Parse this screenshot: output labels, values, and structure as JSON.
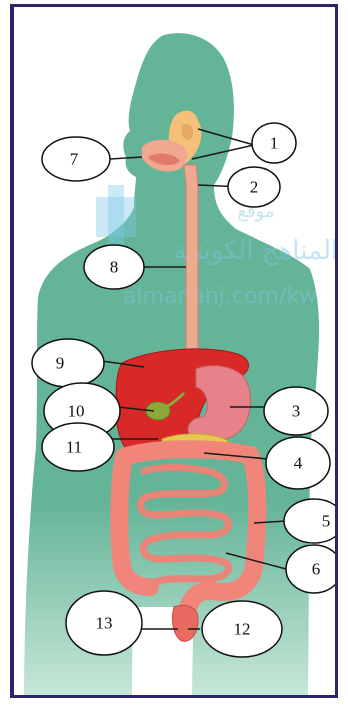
{
  "labels": [
    "1",
    "2",
    "3",
    "4",
    "5",
    "6",
    "7",
    "8",
    "9",
    "10",
    "11",
    "12",
    "13"
  ],
  "watermark": {
    "ar_small": "موقع",
    "ar_main": "المناهج الكويتية",
    "url": "almanahj.com/kw"
  },
  "colors": {
    "body": "#64b497",
    "frame": "#2a2468",
    "liver": "#d82828",
    "stomach": "#e8828a",
    "intestine": "#f0867a",
    "esophagus": "#f0a890",
    "gallbladder": "#8ea83a",
    "pancreas": "#e8c850",
    "glands": "#f4c07a"
  }
}
